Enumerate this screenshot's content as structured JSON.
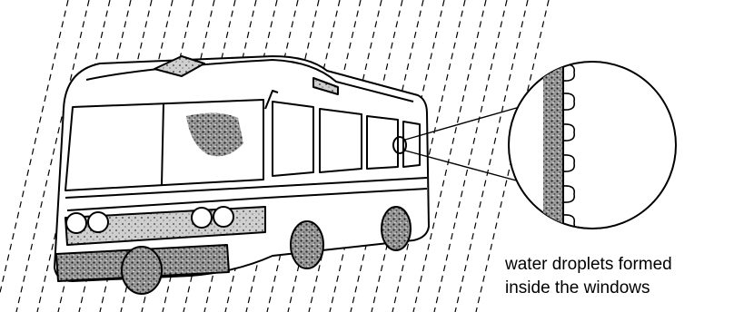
{
  "diagram": {
    "subject": "bus in the rain",
    "caption_line_1": "water droplets formed",
    "caption_line_2": "inside the windows",
    "colors": {
      "ink": "#000000",
      "background": "#ffffff",
      "shade": "#8a8a8a"
    }
  }
}
